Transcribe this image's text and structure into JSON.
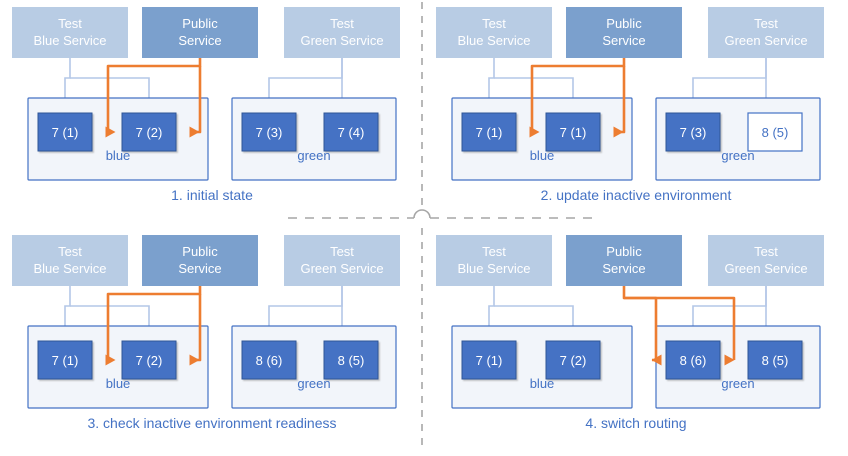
{
  "colors": {
    "service_light": "#b8cce4",
    "service_dark": "#7ba0cd",
    "node_fill": "#4472c4",
    "node_border": "#2f5496",
    "node_outline_fill": "#ffffff",
    "env_border": "#4472c4",
    "env_fill": "#f2f5fa",
    "arrow_blue": "#b4c7e7",
    "arrow_orange": "#ed7d31",
    "caption_text": "#4472c4",
    "divider": "#a6a6a6",
    "white": "#ffffff"
  },
  "quadrants": [
    {
      "id": "q1",
      "caption": "1. initial state",
      "services": [
        {
          "name": "test-blue-service",
          "line1": "Test",
          "line2": "Blue Service",
          "style": "light"
        },
        {
          "name": "public-service",
          "line1": "Public",
          "line2": "Service",
          "style": "dark"
        },
        {
          "name": "test-green-service",
          "line1": "Test",
          "line2": "Green Service",
          "style": "light"
        }
      ],
      "environments": [
        {
          "name": "blue",
          "label": "blue",
          "nodes": [
            {
              "label": "7 (1)",
              "style": "filled"
            },
            {
              "label": "7 (2)",
              "style": "filled"
            }
          ]
        },
        {
          "name": "green",
          "label": "green",
          "nodes": [
            {
              "label": "7 (3)",
              "style": "filled"
            },
            {
              "label": "7 (4)",
              "style": "filled"
            }
          ]
        }
      ],
      "routing": "public-to-blue"
    },
    {
      "id": "q2",
      "caption": "2. update inactive environment",
      "services": [
        {
          "name": "test-blue-service",
          "line1": "Test",
          "line2": "Blue Service",
          "style": "light"
        },
        {
          "name": "public-service",
          "line1": "Public",
          "line2": "Service",
          "style": "dark"
        },
        {
          "name": "test-green-service",
          "line1": "Test",
          "line2": "Green Service",
          "style": "light"
        }
      ],
      "environments": [
        {
          "name": "blue",
          "label": "blue",
          "nodes": [
            {
              "label": "7 (1)",
              "style": "filled"
            },
            {
              "label": "7 (1)",
              "style": "filled"
            }
          ]
        },
        {
          "name": "green",
          "label": "green",
          "nodes": [
            {
              "label": "7 (3)",
              "style": "filled"
            },
            {
              "label": "8 (5)",
              "style": "outline"
            }
          ]
        }
      ],
      "routing": "public-to-blue"
    },
    {
      "id": "q3",
      "caption": "3. check inactive environment readiness",
      "services": [
        {
          "name": "test-blue-service",
          "line1": "Test",
          "line2": "Blue Service",
          "style": "light"
        },
        {
          "name": "public-service",
          "line1": "Public",
          "line2": "Service",
          "style": "dark"
        },
        {
          "name": "test-green-service",
          "line1": "Test",
          "line2": "Green Service",
          "style": "light"
        }
      ],
      "environments": [
        {
          "name": "blue",
          "label": "blue",
          "nodes": [
            {
              "label": "7 (1)",
              "style": "filled"
            },
            {
              "label": "7 (2)",
              "style": "filled"
            }
          ]
        },
        {
          "name": "green",
          "label": "green",
          "nodes": [
            {
              "label": "8 (6)",
              "style": "filled"
            },
            {
              "label": "8 (5)",
              "style": "filled"
            }
          ]
        }
      ],
      "routing": "public-to-blue"
    },
    {
      "id": "q4",
      "caption": "4. switch routing",
      "services": [
        {
          "name": "test-blue-service",
          "line1": "Test",
          "line2": "Blue Service",
          "style": "light"
        },
        {
          "name": "public-service",
          "line1": "Public",
          "line2": "Service",
          "style": "dark"
        },
        {
          "name": "test-green-service",
          "line1": "Test",
          "line2": "Green Service",
          "style": "light"
        }
      ],
      "environments": [
        {
          "name": "blue",
          "label": "blue",
          "nodes": [
            {
              "label": "7 (1)",
              "style": "filled"
            },
            {
              "label": "7 (2)",
              "style": "filled"
            }
          ]
        },
        {
          "name": "green",
          "label": "green",
          "nodes": [
            {
              "label": "8 (6)",
              "style": "filled"
            },
            {
              "label": "8 (5)",
              "style": "filled"
            }
          ]
        }
      ],
      "routing": "public-to-green"
    }
  ]
}
